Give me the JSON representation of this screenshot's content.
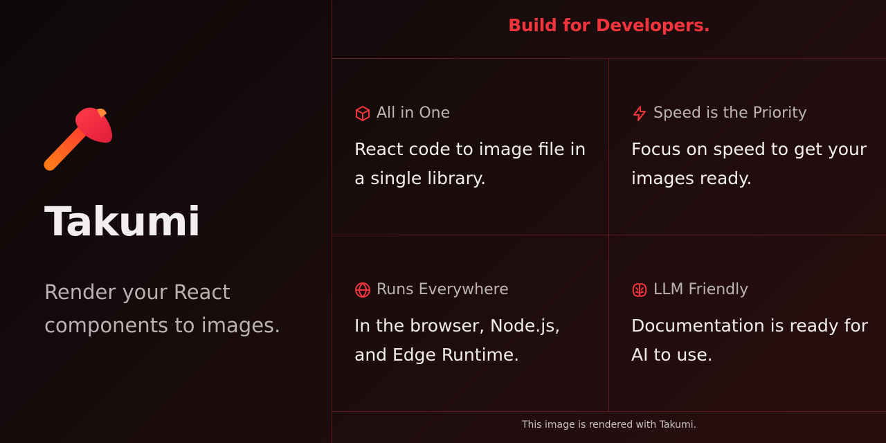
{
  "brand": {
    "name": "Takumi",
    "tagline": "Render your React components to images.",
    "logo_icon": "hammer-icon"
  },
  "header": {
    "title": "Build for Developers."
  },
  "features": [
    {
      "icon": "cube-icon",
      "title": "All in One",
      "description": "React code to image file in a single library."
    },
    {
      "icon": "lightning-icon",
      "title": "Speed is the Priority",
      "description": "Focus on speed to get your images ready."
    },
    {
      "icon": "globe-icon",
      "title": "Runs Everywhere",
      "description": "In the browser, Node.js, and Edge Runtime."
    },
    {
      "icon": "brain-icon",
      "title": "LLM Friendly",
      "description": "Documentation is ready for AI to use."
    }
  ],
  "footer": {
    "text": "This image is rendered with Takumi."
  },
  "colors": {
    "accent": "#f2353c",
    "background": "#140a0b",
    "grid_line": "#5e1c1f",
    "logo_head": "#e8243c",
    "logo_handle": "#ff7a1a"
  }
}
